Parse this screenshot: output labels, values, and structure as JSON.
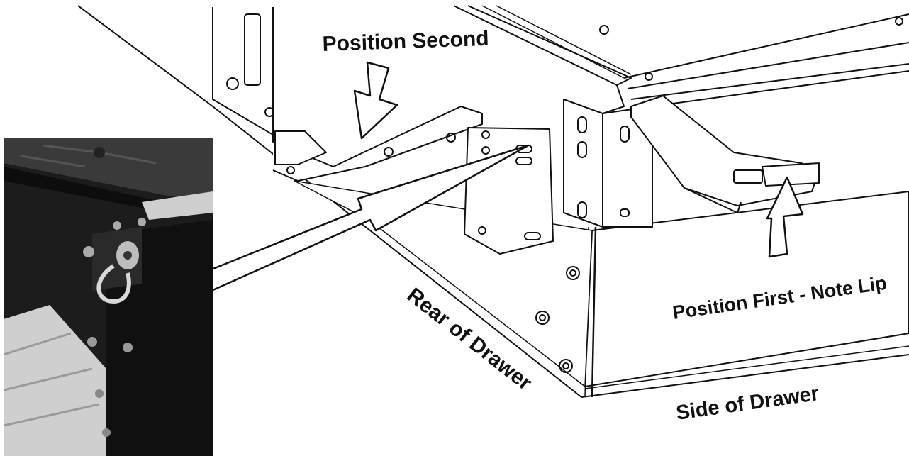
{
  "labels": {
    "position_second": "Position Second",
    "position_first": "Position First - Note Lip",
    "rear_of_drawer": "Rear of Drawer",
    "side_of_drawer": "Side of Drawer"
  },
  "colors": {
    "line": "#111111",
    "panel": "#ffffff",
    "photo_dark": "#1c1c1c",
    "photo_carpet": "#3a3a3a",
    "photo_light": "#cfcfcf"
  }
}
